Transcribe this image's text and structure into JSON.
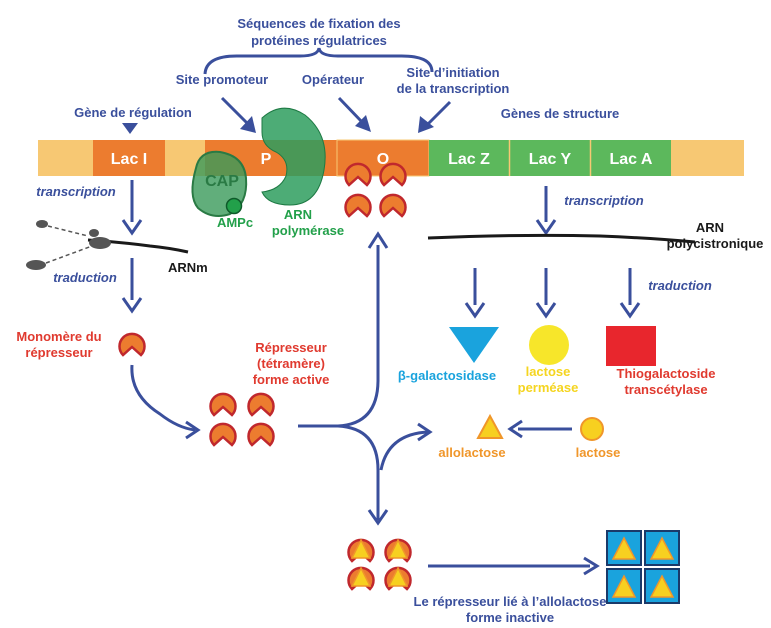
{
  "labels": {
    "sequences_title_1": "Séquences de fixation des",
    "sequences_title_2": "protéines régulatrices",
    "site_promoteur": "Site promoteur",
    "operateur": "Opérateur",
    "site_initiation_1": "Site d’initiation",
    "site_initiation_2": "de la transcription",
    "gene_regulation": "Gène de régulation",
    "genes_structure": "Gènes de structure",
    "lac_i": "Lac I",
    "p": "P",
    "o": "O",
    "lac_z": "Lac Z",
    "lac_y": "Lac Y",
    "lac_a": "Lac A",
    "cap": "CAP",
    "ampc": "AMPc",
    "arn_polymerase_1": "ARN",
    "arn_polymerase_2": "polymérase",
    "transcription_left": "transcription",
    "transcription_right": "transcription",
    "traduction_left": "traduction",
    "traduction_right": "traduction",
    "arnm": "ARNm",
    "arn_poly_1": "ARN",
    "arn_poly_2": "polycistronique",
    "monomere_1": "Monomère du",
    "monomere_2": "répresseur",
    "represseur_1": "Répresseur",
    "represseur_2": "(tétramère)",
    "represseur_3": "forme active",
    "beta_gal": "β-galactosidase",
    "lactose_permease_1": "lactose",
    "lactose_permease_2": "perméase",
    "thio_1": "Thiogalactoside",
    "thio_2": "transcétylase",
    "allolactose": "allolactose",
    "lactose": "lactose",
    "inactive_1": "Le répresseur lié à l’allolactose",
    "inactive_2": "forme inactive"
  },
  "colors": {
    "dna_strip": "#f7c873",
    "gene_orange": "#ec7c2f",
    "gene_green": "#5cb85c",
    "arrow_blue": "#3a4f9c",
    "red_text": "#e03a2f",
    "polymerase_green": "#2e9e5e",
    "repressor_fill": "#ec7c2f",
    "repressor_outline": "#c0282d",
    "beta_gal_cyan": "#1aa3dd",
    "permease_yellow": "#f7e62a",
    "transacetylase_red": "#e8262d"
  }
}
